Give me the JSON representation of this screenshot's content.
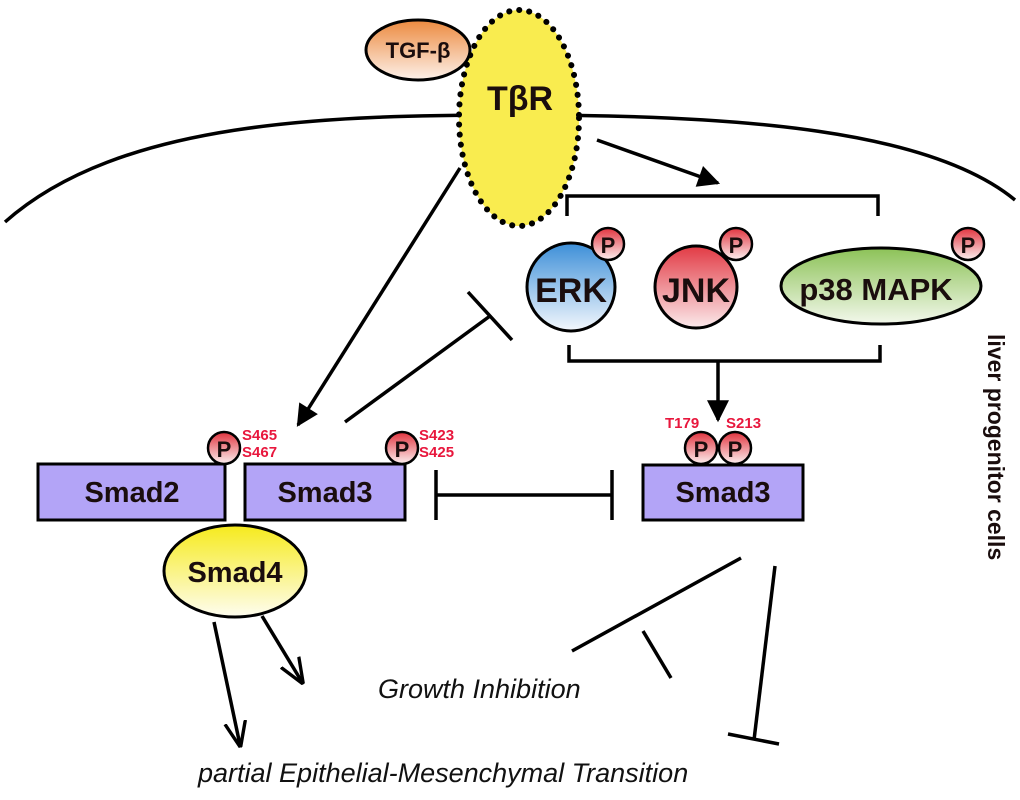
{
  "diagram": {
    "type": "signaling-pathway",
    "cell_label": "liver progenitor cells",
    "ligand": {
      "label": "TGF-β"
    },
    "receptor": {
      "label": "TβR"
    },
    "kinases": [
      {
        "label": "ERK",
        "phospho": "P"
      },
      {
        "label": "JNK",
        "phospho": "P"
      },
      {
        "label": "p38 MAPK",
        "phospho": "P"
      }
    ],
    "smad2": {
      "label": "Smad2"
    },
    "smad3_canonical": {
      "label": "Smad3"
    },
    "smad3_linker": {
      "label": "Smad3"
    },
    "smad4": {
      "label": "Smad4"
    },
    "phospho_label": "P",
    "sites": {
      "smad2_a": "S465",
      "smad2_b": "S467",
      "smad3c_a": "S423",
      "smad3c_b": "S425",
      "smad3l_a": "T179",
      "smad3l_b": "S213"
    },
    "outcomes": {
      "growth": "Growth Inhibition",
      "emt": "partial Epithelial-Mesenchymal Transition"
    },
    "colors": {
      "receptor": "#f9ec4f",
      "smad_box": "#b3a4f7",
      "site_text": "#e8173d",
      "erk": "#3d8fd8",
      "jnk": "#e23a44",
      "p38": "#8cc257",
      "tgf": "#ec8a3f",
      "smad4": "#f6ea1c"
    }
  }
}
